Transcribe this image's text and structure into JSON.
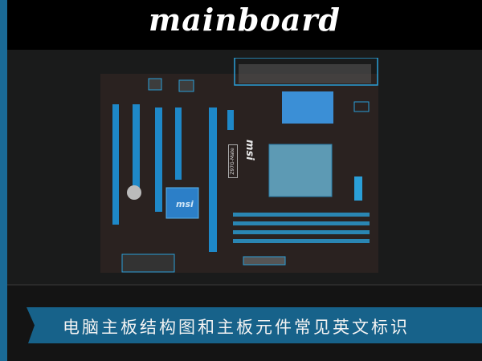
{
  "header": {
    "title": "mainboard"
  },
  "banner": {
    "text": "电脑主板结构图和主板元件常见英文标识"
  },
  "image": {
    "subject": "motherboard",
    "brand_mark": "msi",
    "model_mark": "Z97G-Mate"
  },
  "colors": {
    "accent": "#1a6a96",
    "highlight": "#2a9fd8",
    "board": "#2a2220"
  }
}
